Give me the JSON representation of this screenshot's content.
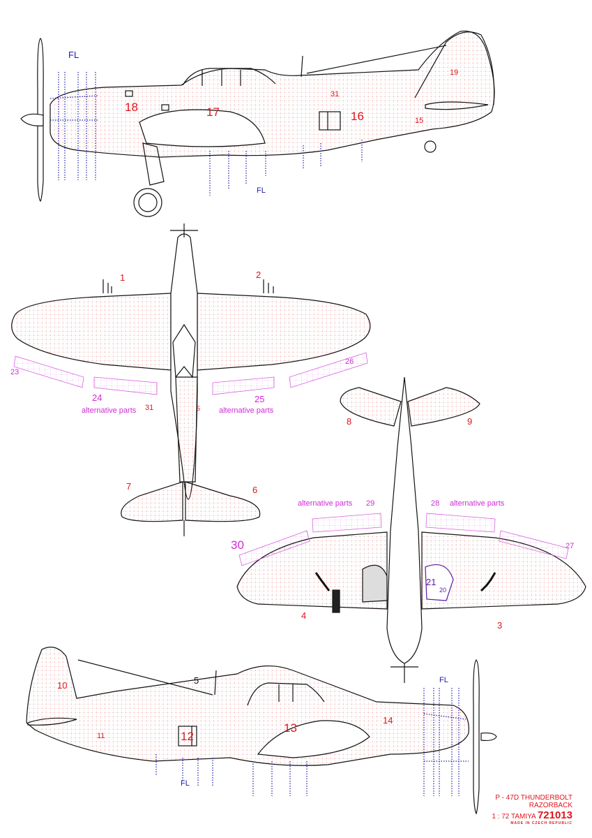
{
  "title_block": {
    "model_name": "P - 47D THUNDERBOLT",
    "variant": "RAZORBACK",
    "scale_maker": "1 : 72  TAMIYA",
    "kit_number": "721013",
    "origin": "MADE IN CZECH REPUBLIC"
  },
  "colors": {
    "part_numbers": "#e0141c",
    "alternative_parts": "#d02ad8",
    "fl_markers": "#1a1aa8",
    "outline": "#111111",
    "photoetch_grid": "#e07070"
  },
  "views": {
    "left_side": {
      "fl_top": "FL",
      "fl_bottom": "FL",
      "parts": [
        "18",
        "17",
        "31",
        "16",
        "15",
        "19"
      ]
    },
    "top": {
      "parts": [
        "1",
        "2",
        "23",
        "24",
        "31",
        "5",
        "25",
        "26",
        "7",
        "6"
      ],
      "alt_left": "alternative parts",
      "alt_right": "alternative parts"
    },
    "bottom": {
      "parts": [
        "8",
        "9",
        "29",
        "28",
        "30",
        "27",
        "21",
        "20",
        "4",
        "3"
      ],
      "alt_left": "alternative parts",
      "alt_right": "alternative parts"
    },
    "right_side": {
      "antenna_label": "5",
      "fl_top": "FL",
      "fl_bottom": "FL",
      "parts": [
        "10",
        "11",
        "12",
        "13",
        "14"
      ]
    }
  }
}
